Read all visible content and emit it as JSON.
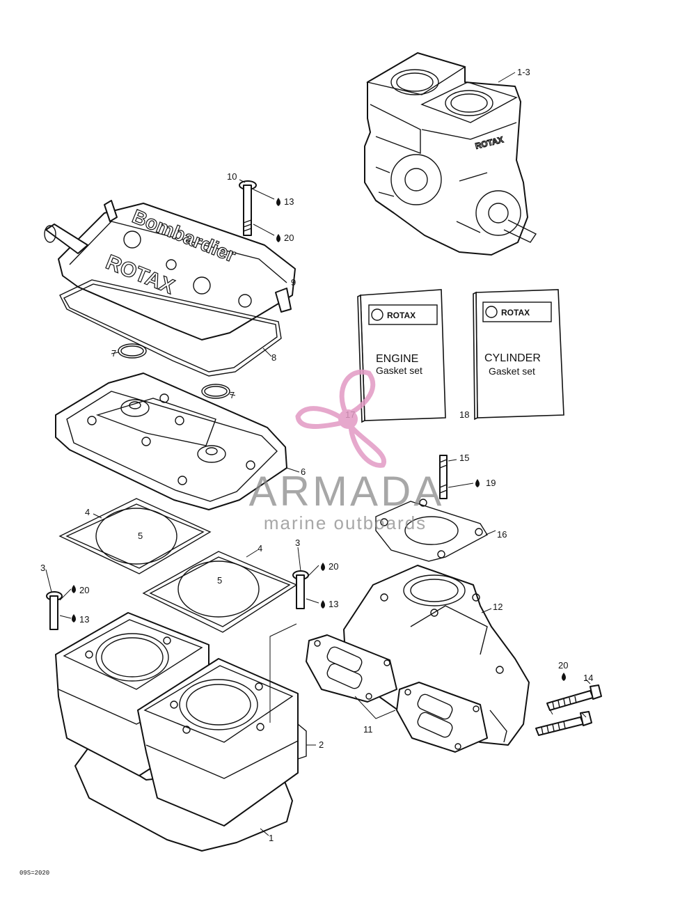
{
  "callouts": {
    "c1_3": "1-3",
    "c10": "10",
    "c13a": "13",
    "c20a": "20",
    "c9": "9",
    "c7a": "7",
    "c8": "8",
    "c7b": "7",
    "c6": "6",
    "c4a": "4",
    "c5a": "5",
    "c4b": "4",
    "c5b": "5",
    "c3a": "3",
    "c20b": "20",
    "c13b": "13",
    "c3b": "3",
    "c20c": "20",
    "c13c": "13",
    "c2": "2",
    "c1": "1",
    "c17": "17",
    "c18": "18",
    "c15": "15",
    "c19": "19",
    "c16": "16",
    "c12": "12",
    "c11": "11",
    "c20d": "20",
    "c14": "14"
  },
  "kits": {
    "engine": {
      "brand": "ROTAX",
      "title": "ENGINE",
      "subtitle": "Gasket set"
    },
    "cylinder": {
      "brand": "ROTAX",
      "title": "CYLINDER",
      "subtitle": "Gasket set"
    }
  },
  "casting": {
    "line1": "Bombardier",
    "line2": "ROTAX",
    "block": "ROTAX"
  },
  "watermark": {
    "name": "ARMADA",
    "tagline": "marine outboards",
    "color": "#e29ac4"
  },
  "drawing_code": "09S=2020"
}
